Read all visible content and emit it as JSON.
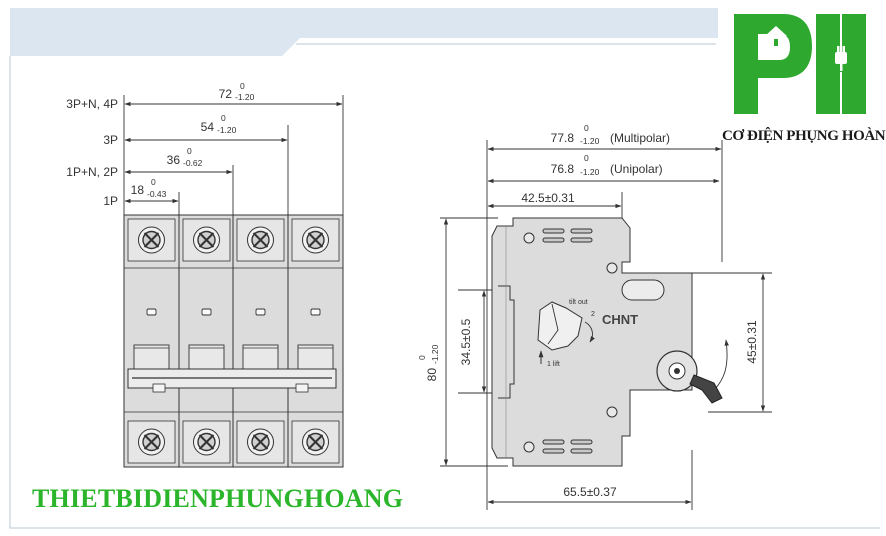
{
  "logo": {
    "letters": "PH",
    "caption": "CƠ ĐIỆN PHỤNG HOÀNG",
    "green": "#2fa82f"
  },
  "watermark": "THIETBIDIENPHUNGHOANG",
  "front_view": {
    "row_labels": [
      "3P+N, 4P",
      "3P",
      "1P+N, 2P",
      "1P"
    ],
    "widths": [
      {
        "nominal": "72",
        "upper": "0",
        "lower": "-1.20"
      },
      {
        "nominal": "54",
        "upper": "0",
        "lower": "-1.20"
      },
      {
        "nominal": "36",
        "upper": "0",
        "lower": "-0.62"
      },
      {
        "nominal": "18",
        "upper": "0",
        "lower": "-0.43"
      }
    ]
  },
  "side_view": {
    "depth_multipolar": {
      "nominal": "77.8",
      "upper": "0",
      "lower": "-1.20",
      "note": "(Multipolar)"
    },
    "depth_unipolar": {
      "nominal": "76.8",
      "upper": "0",
      "lower": "-1.20",
      "note": "(Unipolar)"
    },
    "top_depth": "42.5±0.31",
    "bottom_depth": "65.5±0.37",
    "height": {
      "nominal": "80",
      "upper": "0",
      "lower": "-1.20"
    },
    "rail_height": "34.5±0.5",
    "right_height": "45±0.31",
    "brand": "CHNT",
    "label_tilt": "tilt out",
    "label_2": "2",
    "label_lift": "1 lift"
  },
  "colors": {
    "banner": "#dbe6f0",
    "body": "#dcdcdc",
    "line": "#333333"
  }
}
